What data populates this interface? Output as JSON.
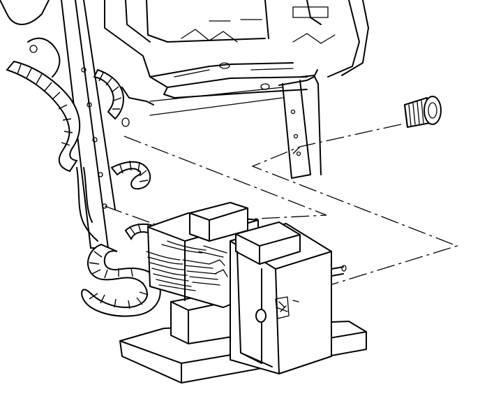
{
  "figure": {
    "colors": {
      "line": "#000000",
      "background": "#ffffff"
    },
    "parts": [
      {
        "id": "mounting-bracket",
        "icon": "bracket-frame"
      },
      {
        "id": "mounting-bolt",
        "icon": "flange-bolt"
      },
      {
        "id": "relay-module",
        "icon": "module-box"
      },
      {
        "id": "wiring-harness",
        "icon": "wrapped-harness"
      },
      {
        "id": "module-connector",
        "icon": "multi-wire-connector"
      },
      {
        "id": "exploded-view-leader-lines",
        "icon": "dash-dot-line"
      }
    ]
  }
}
